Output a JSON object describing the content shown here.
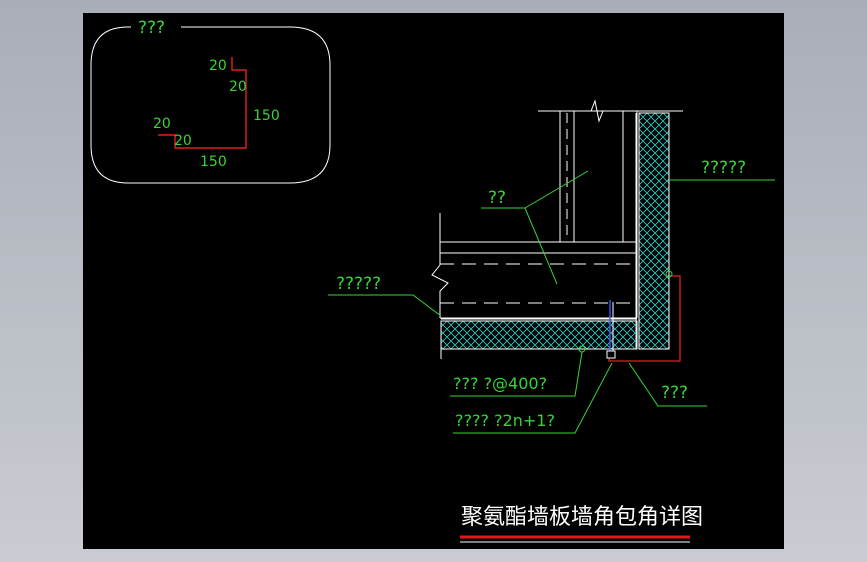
{
  "colors": {
    "background": "#000000",
    "line_white": "#ffffff",
    "leader_green": "#37d437",
    "dim_red": "#e0201e",
    "hatch_cyan": "#35c9c9",
    "title_underline": "#e8141a",
    "frame_gray": "#b8bcc4"
  },
  "inset": {
    "title": "???",
    "dims": {
      "top_20a": "20",
      "top_20b": "20",
      "right_150": "150",
      "left_20a": "20",
      "left_20b": "20",
      "bottom_150": "150"
    }
  },
  "labels": {
    "wall_panel": "?????",
    "column": "??",
    "roof_panel": "?????",
    "rivet": "??? ?@400?",
    "self_tap": "???? ?2n+1?",
    "corner_trim": "???"
  },
  "title": {
    "text": "聚氨酯墙板墙角包角详图"
  }
}
